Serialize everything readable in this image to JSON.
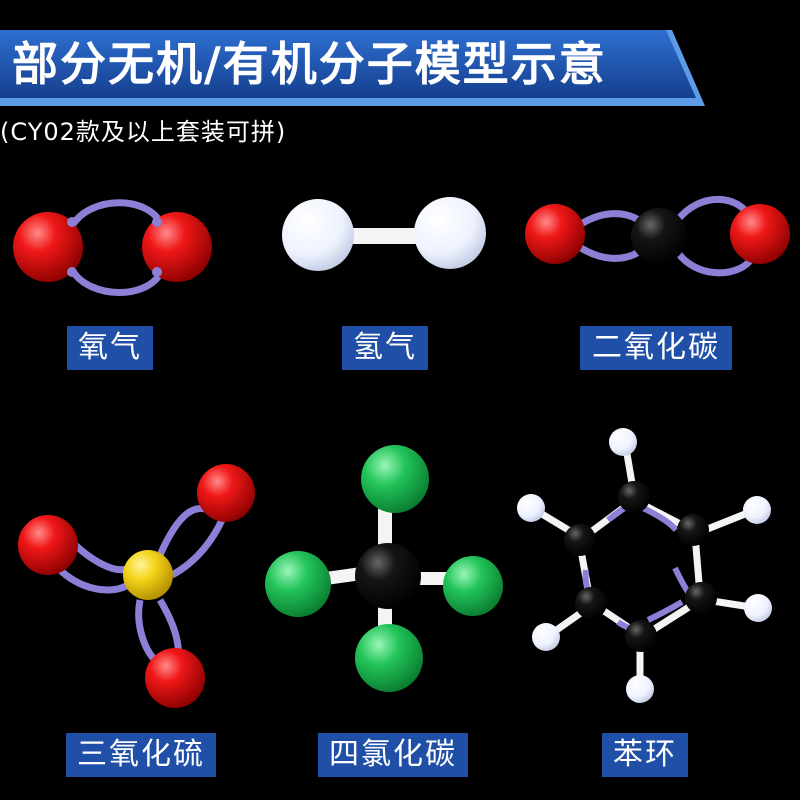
{
  "header": {
    "title": "部分无机/有机分子模型示意",
    "subtitle": "(CY02款及以上套装可拼)"
  },
  "molecules": [
    {
      "label": "氧气"
    },
    {
      "label": "氢气"
    },
    {
      "label": "二氧化碳"
    },
    {
      "label": "三氧化硫"
    },
    {
      "label": "四氯化碳"
    },
    {
      "label": "苯环"
    }
  ],
  "colors": {
    "banner": "#1f57b8",
    "banner_highlight": "#6fa6ec",
    "label_bg": "#1f4fa6",
    "oxygen": "#e51212",
    "hydrogen": "#f3f6ff",
    "carbon": "#111111",
    "sulfur": "#f2d31a",
    "chlorine": "#22c45a",
    "bond_purple": "#8c7fd6",
    "bond_white": "#f4f4f4"
  }
}
